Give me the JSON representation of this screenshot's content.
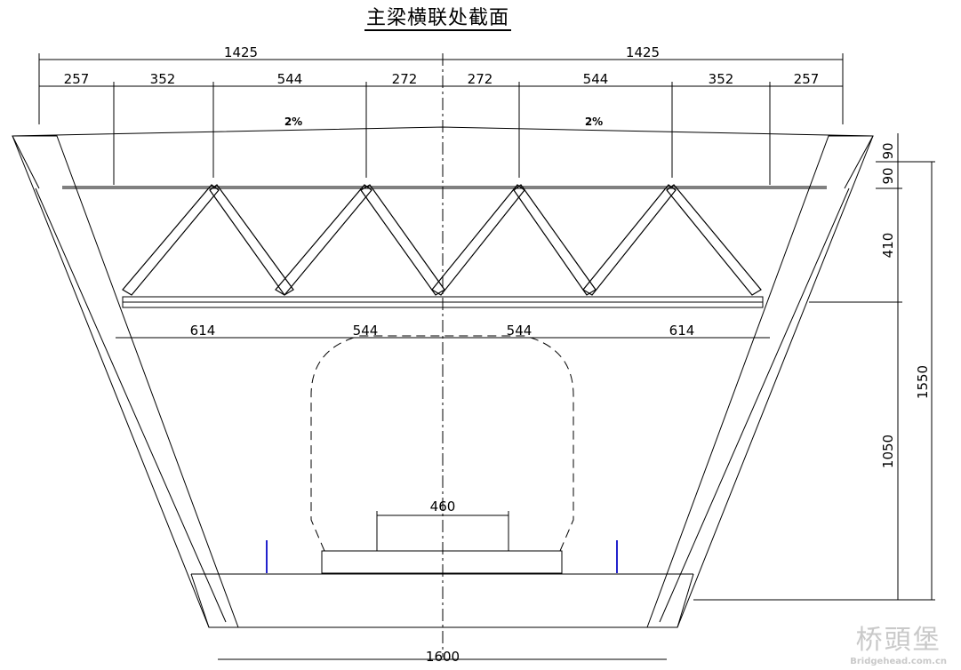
{
  "title": "主梁横联处截面",
  "top_dims": {
    "half_left": "1425",
    "half_right": "1425",
    "seg": [
      "257",
      "352",
      "544",
      "272",
      "272",
      "544",
      "352",
      "257"
    ]
  },
  "slopes": {
    "left": "2%",
    "right": "2%"
  },
  "chord_dims": [
    "614",
    "544",
    "544",
    "614"
  ],
  "right_dims": {
    "deck_a": "90",
    "deck_b": "90",
    "truss": "410",
    "lower": "1050",
    "total": "1550"
  },
  "track_width": "460",
  "bottom_width": "1600",
  "watermark": {
    "text": "桥頭堡",
    "url": "Bridgehead.com.cn"
  }
}
